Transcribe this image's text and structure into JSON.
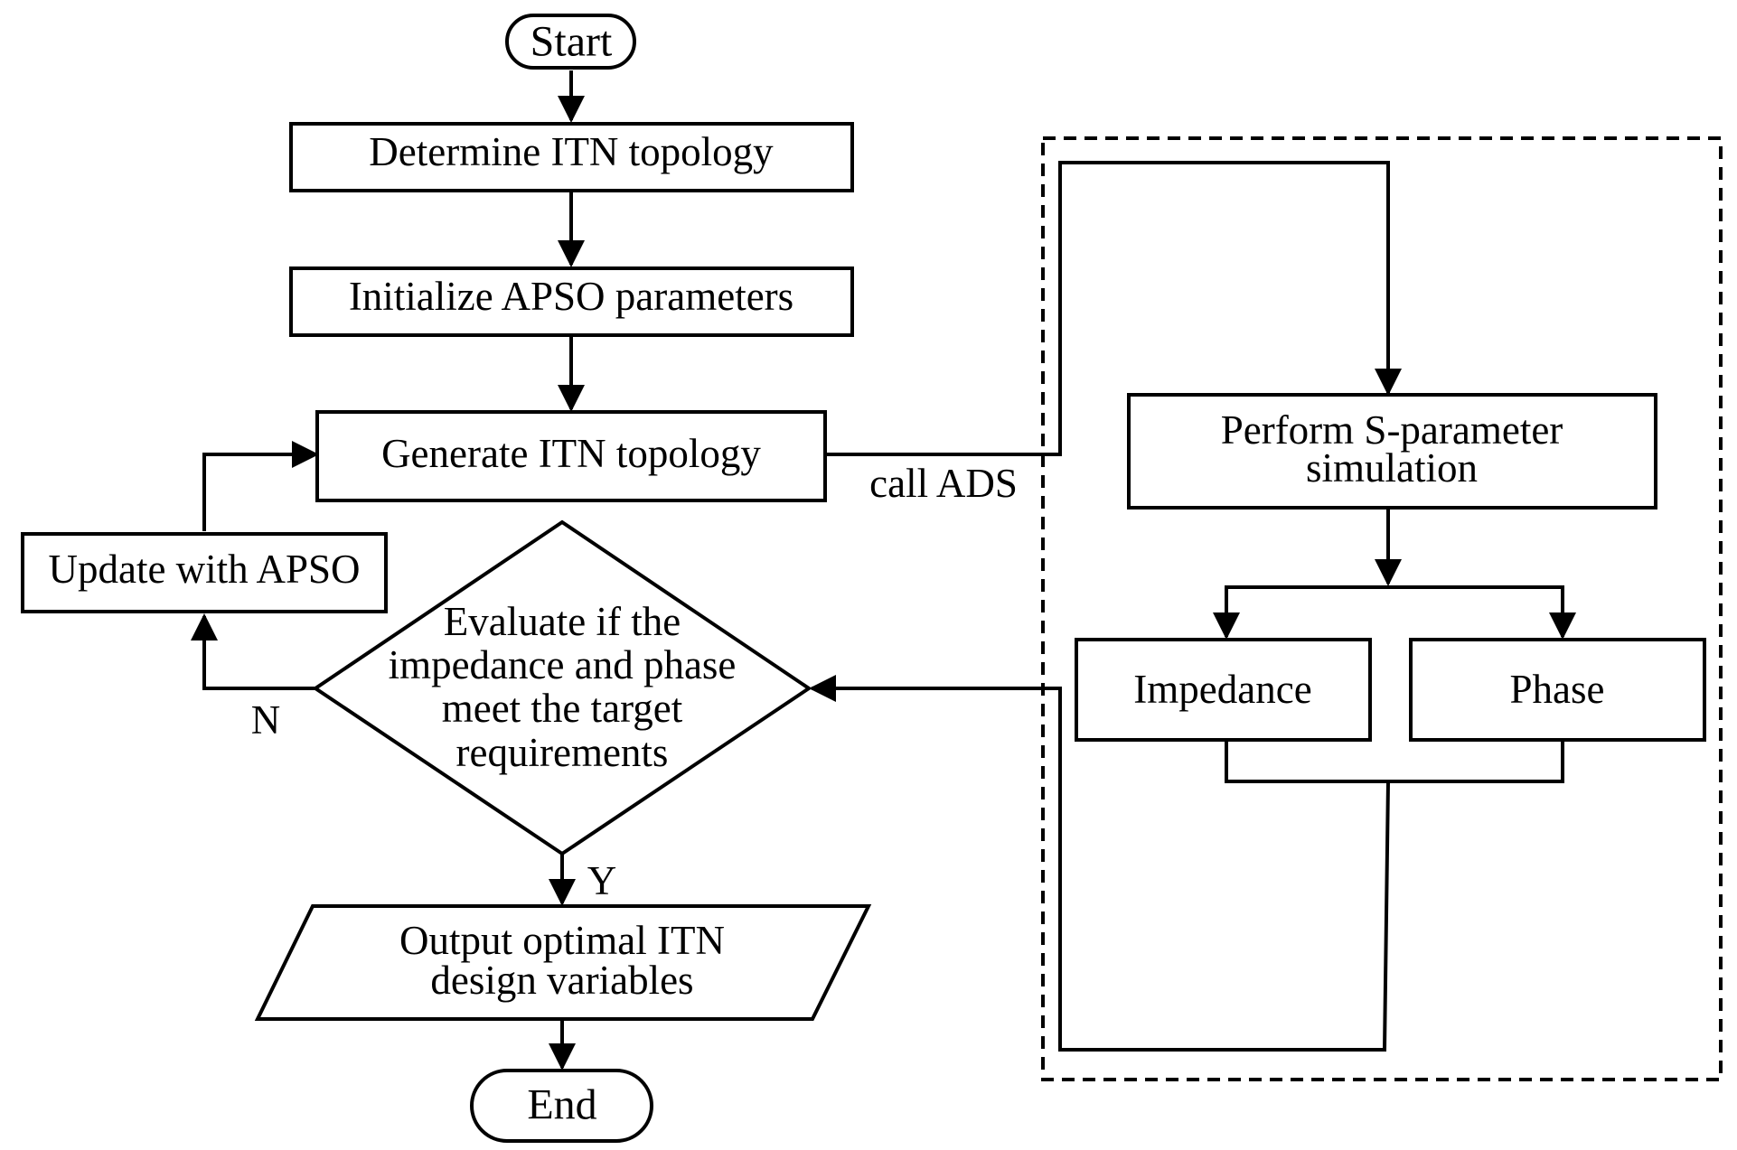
{
  "nodes": {
    "start": "Start",
    "determine": "Determine ITN topology",
    "initialize": "Initialize APSO parameters",
    "generate": "Generate ITN topology",
    "update": "Update with APSO",
    "evaluate": [
      "Evaluate if the",
      "impedance and phase",
      "meet the target",
      "requirements"
    ],
    "output": [
      "Output optimal ITN",
      "design variables"
    ],
    "end": "End",
    "simulate": [
      "Perform S-parameter",
      "simulation"
    ],
    "impedance": "Impedance",
    "phase": "Phase"
  },
  "edge_labels": {
    "call": "call ADS",
    "no": "N",
    "yes": "Y"
  }
}
